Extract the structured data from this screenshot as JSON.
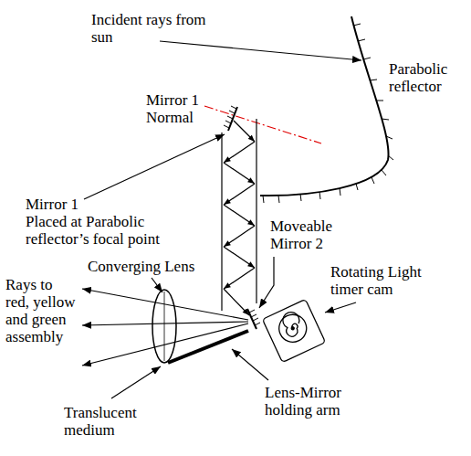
{
  "diagram": {
    "labels": [
      "Incident rays from sun",
      "Parabolic reflector",
      "Mirror 1 Normal",
      "Mirror 1 Placed at Parabolic reflector’s focal point",
      "Converging Lens",
      "Moveable Mirror 2",
      "Rotating Light timer cam",
      "Rays to red, yellow and green assembly",
      "Lens-Mirror holding arm",
      "Translucent medium"
    ]
  }
}
